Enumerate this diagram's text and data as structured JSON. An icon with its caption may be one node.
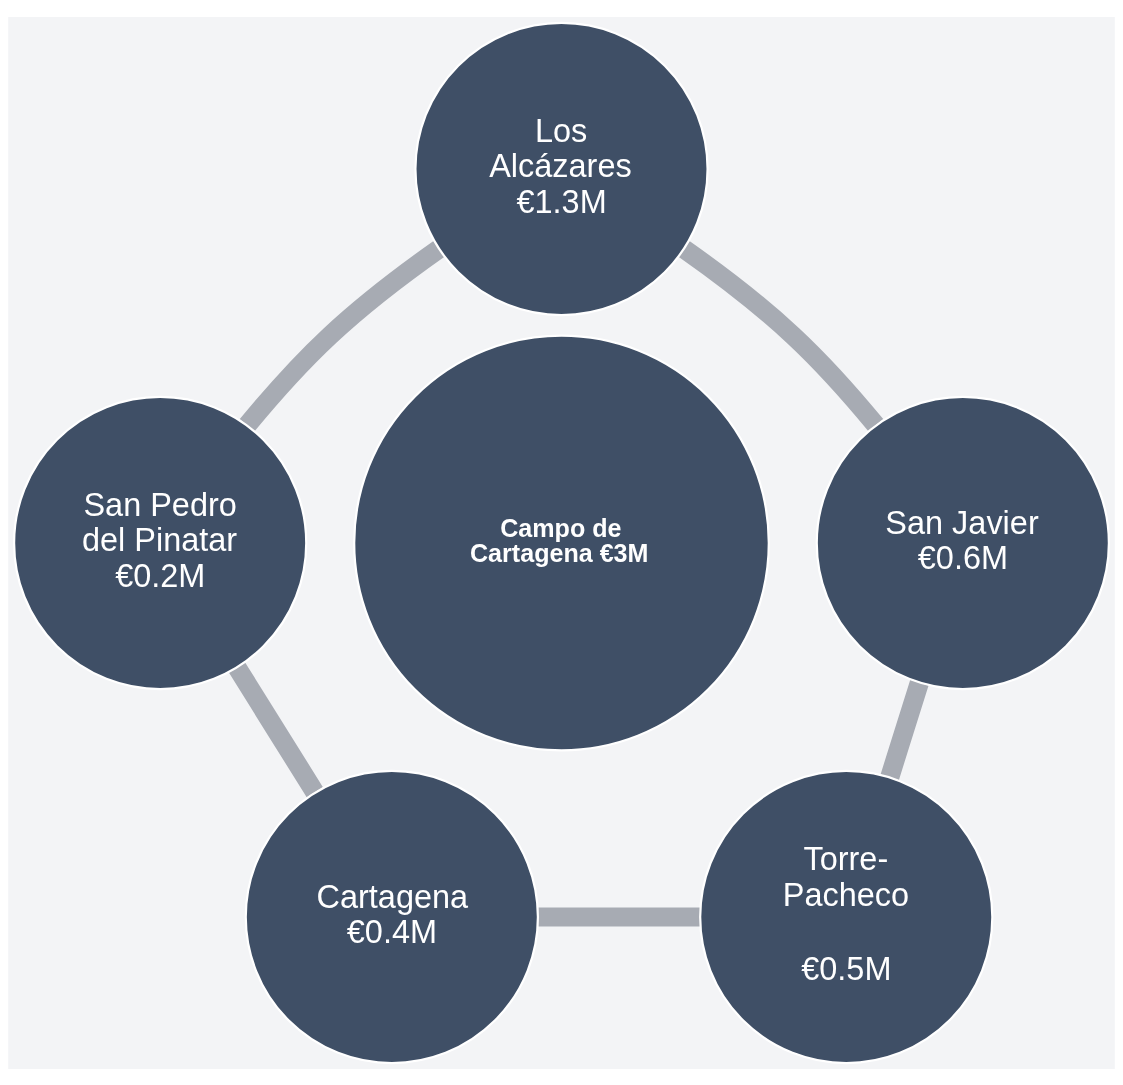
{
  "diagram": {
    "nodes": [
      {
        "text": [
          "Los Alcázares €1.3M"
        ]
      },
      {
        "text": [
          "San Pedro del Pinatar €0.2M"
        ]
      },
      {
        "text": [
          "San Javier €0.6M"
        ]
      },
      {
        "text": [
          "Campo de Cartagena €3M"
        ]
      },
      {
        "text": [
          "Cartagena €0.4M"
        ]
      },
      {
        "text": [
          "Torre-Pacheco",
          "€0.5M"
        ]
      }
    ],
    "edges": [
      {
        "from": 0,
        "to": 1,
        "arrow": "none"
      },
      {
        "from": 1,
        "to": 4,
        "arrow": "none"
      },
      {
        "from": 4,
        "to": 5,
        "arrow": "none"
      },
      {
        "from": 2,
        "to": 5,
        "arrow": "none"
      },
      {
        "from": 0,
        "to": 2,
        "arrow": "none"
      }
    ]
  }
}
